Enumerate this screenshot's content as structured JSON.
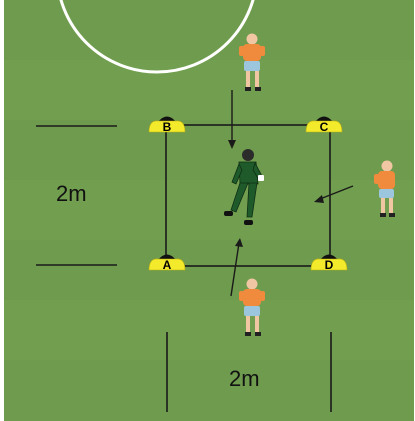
{
  "diagram": {
    "colors": {
      "grass": "#6f9b4e",
      "grass_stripe": "#76a354",
      "line": "#1a1a1a",
      "circle": "#ffffff",
      "cone_yellow": "#f4ea2c",
      "cone_black": "#111111",
      "player_shirt": "#f08a3c",
      "player_shorts": "#9cc6dd",
      "keeper": "#1f5a2a"
    },
    "cones": [
      {
        "id": "A",
        "label": "A"
      },
      {
        "id": "B",
        "label": "B"
      },
      {
        "id": "C",
        "label": "C"
      },
      {
        "id": "D",
        "label": "D"
      }
    ],
    "dimensions": {
      "left_label": "2m",
      "bottom_label": "2m"
    },
    "players": [
      {
        "role": "server-top"
      },
      {
        "role": "server-right"
      },
      {
        "role": "server-bottom"
      },
      {
        "role": "goalkeeper"
      }
    ]
  }
}
